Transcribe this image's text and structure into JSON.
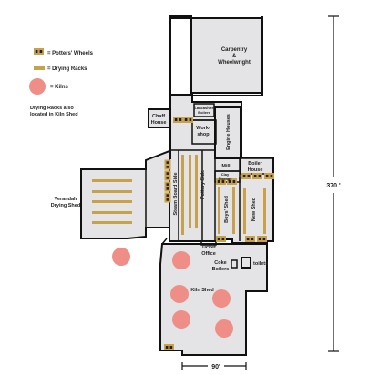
{
  "legend": {
    "potters_wheels": "= Potters' Wheels",
    "drying_racks": "= Drying Racks",
    "kilns": "= Kilns",
    "note_line1": "Drying Racks also",
    "note_line2": "located in Kiln Shed"
  },
  "rooms": {
    "carpentry_l1": "Carpentry",
    "carpentry_l2": "&",
    "carpentry_l3": "Wheelwright",
    "lancashire_l1": "Lancashire",
    "lancashire_l2": "Boilers",
    "chaff_l1": "Chaff",
    "chaff_l2": "House",
    "workshop_l1": "Work-",
    "workshop_l2": "shop",
    "engine_houses": "Engine Houses",
    "mill": "Mill",
    "boiler_l1": "Boiler",
    "boiler_l2": "House",
    "clay_l1": "Clay",
    "clay_l2": "Storage",
    "verandah_l1": "Verandah",
    "verandah_l2": "Drying Shed",
    "steam_board_side": "Steam Board Side",
    "pottery_side": "Pottery Side",
    "boys_shed": "Boys' Shed",
    "new_shed": "New Shed",
    "ticket_l1": "Ticket",
    "ticket_l2": "Office",
    "coke_l1": "Coke",
    "coke_l2": "Boilers",
    "toilets": "toilets",
    "kiln_shed": "Kiln Shed"
  },
  "dimensions": {
    "height": "370 '",
    "width": "90'"
  },
  "colors": {
    "building_fill": "#e4e3e5",
    "wall": "#111111",
    "kiln": "#ee8e86",
    "rack": "#c7a24a",
    "wheel": "#c7a24a"
  }
}
